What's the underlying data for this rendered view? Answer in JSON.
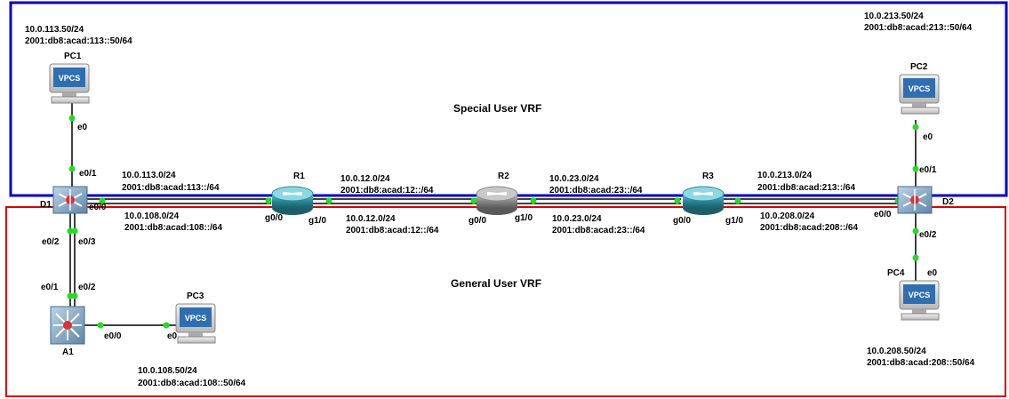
{
  "vrfs": {
    "special": {
      "label": "Special User VRF",
      "color": "#0000cc"
    },
    "general": {
      "label": "General User VRF",
      "color": "#dd0000"
    }
  },
  "devices": {
    "pc1": {
      "name": "PC1",
      "type": "VPCS",
      "ipv4": "10.0.113.50/24",
      "ipv6": "2001:db8:acad:113::50/64"
    },
    "pc2": {
      "name": "PC2",
      "type": "VPCS",
      "ipv4": "10.0.213.50/24",
      "ipv6": "2001:db8:acad:213::50/64"
    },
    "pc3": {
      "name": "PC3",
      "type": "VPCS",
      "ipv4": "10.0.108.50/24",
      "ipv6": "2001:db8:acad:108::50/64"
    },
    "pc4": {
      "name": "PC4",
      "type": "VPCS",
      "ipv4": "10.0.208.50/24",
      "ipv6": "2001:db8:acad:208::50/64"
    },
    "d1": {
      "name": "D1"
    },
    "d2": {
      "name": "D2"
    },
    "a1": {
      "name": "A1"
    },
    "r1": {
      "name": "R1"
    },
    "r2": {
      "name": "R2"
    },
    "r3": {
      "name": "R3"
    }
  },
  "networks": {
    "d1_r1_special": {
      "ipv4": "10.0.113.0/24",
      "ipv6": "2001:db8:acad:113::/64"
    },
    "d1_r1_general": {
      "ipv4": "10.0.108.0/24",
      "ipv6": "2001:db8:acad:108::/64"
    },
    "r1_r2_special": {
      "ipv4": "10.0.12.0/24",
      "ipv6": "2001:db8:acad:12::/64"
    },
    "r1_r2_general": {
      "ipv4": "10.0.12.0/24",
      "ipv6": "2001:db8:acad:12::/64"
    },
    "r2_r3_special": {
      "ipv4": "10.0.23.0/24",
      "ipv6": "2001:db8:acad:23::/64"
    },
    "r2_r3_general": {
      "ipv4": "10.0.23.0/24",
      "ipv6": "2001:db8:acad:23::/64"
    },
    "r3_d2_special": {
      "ipv4": "10.0.213.0/24",
      "ipv6": "2001:db8:acad:213::/64"
    },
    "r3_d2_general": {
      "ipv4": "10.0.208.0/24",
      "ipv6": "2001:db8:acad:208::/64"
    }
  },
  "ports": {
    "pc1_e0": "e0",
    "d1_e01": "e0/1",
    "d1_e00": "e0/0",
    "d1_e02": "e0/2",
    "d1_e03": "e0/3",
    "a1_e01": "e0/1",
    "a1_e02": "e0/2",
    "a1_e00": "e0/0",
    "pc3_e0": "e0",
    "r1_g00": "g0/0",
    "r1_g10": "g1/0",
    "r2_g00": "g0/0",
    "r2_g10": "g1/0",
    "r3_g00": "g0/0",
    "r3_g10": "g1/0",
    "d2_e00": "e0/0",
    "d2_e01": "e0/1",
    "d2_e02": "e0/2",
    "pc2_e0": "e0",
    "pc4_e0": "e0"
  },
  "colors": {
    "link": "#000000",
    "port_dot": "#22dd22",
    "router_body": "#2a8a9a",
    "router_mid": "#8a8a8a",
    "switch_body": "#7fa8c8",
    "vpcs_screen": "#2f6fb0"
  }
}
